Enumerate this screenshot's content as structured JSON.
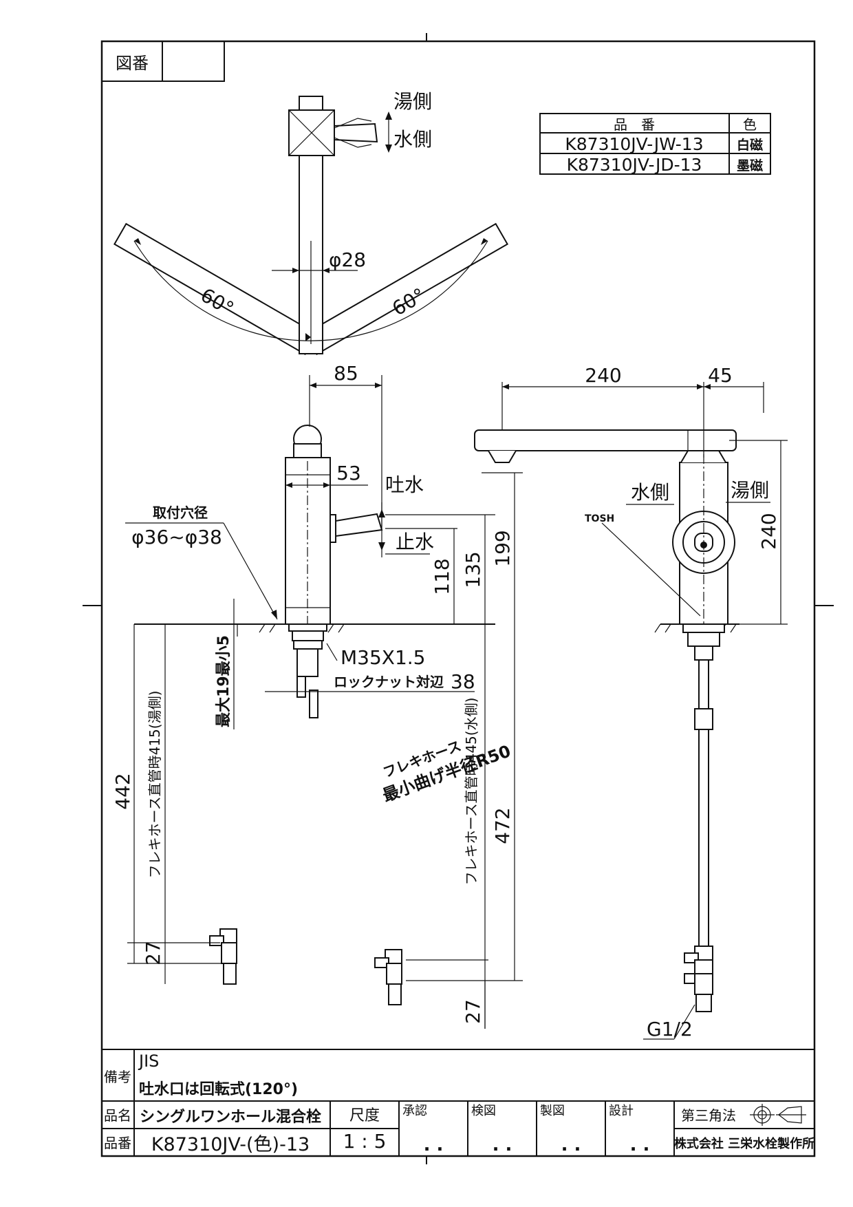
{
  "drawing_number_label": "図番",
  "drawing_number_value": "",
  "product_table": {
    "headers": [
      "品　番",
      "色"
    ],
    "rows": [
      {
        "code": "K87310JV-JW-13",
        "color": "白磁"
      },
      {
        "code": "K87310JV-JD-13",
        "color": "墨磁"
      }
    ]
  },
  "top_view": {
    "hot_side": "湯側",
    "cold_side": "水側",
    "diameter": "φ28",
    "angle_left": "60°",
    "angle_right": "60°"
  },
  "front_view": {
    "dim_85": "85",
    "dim_53": "53",
    "spout_label": "吐水",
    "stop_label": "止水",
    "mount_hole_label": "取付穴径",
    "mount_hole_value": "φ36~φ38",
    "dim_118": "118",
    "dim_135": "135",
    "dim_199": "199",
    "dim_472": "472",
    "dim_442": "442",
    "dim_27_left": "27",
    "dim_27_bottom": "27",
    "thread": "M35X1.5",
    "locknut": "ロックナット対辺",
    "locknut_value": "38",
    "max_min": "最大19最小5",
    "hose_hot": "フレキホース直管時415(湯側)",
    "hose_cold": "フレキホース直管時445(水側)",
    "bend_label": "フレキホース",
    "bend_radius": "最小曲げ半径R50"
  },
  "side_view": {
    "dim_240_top": "240",
    "dim_45": "45",
    "dim_240_side": "240",
    "cold_side": "水側",
    "hot_side": "湯側",
    "brand_mark": "TOSH",
    "pipe_thread": "G1/2"
  },
  "title_block": {
    "remarks_label": "備考",
    "remarks_line1": "JIS",
    "remarks_line2": "吐水口は回転式(120°)",
    "name_label": "品名",
    "name_value": "シングルワンホール混合栓",
    "number_label": "品番",
    "number_value": "K87310JV-(色)-13",
    "scale_label": "尺度",
    "scale_value": "1 : 5",
    "approve_label": "承認",
    "check_label": "検図",
    "draw_label": "製図",
    "design_label": "設計",
    "projection_label": "第三角法",
    "company": "株式会社 三栄水栓製作所",
    "dots": ". ."
  }
}
